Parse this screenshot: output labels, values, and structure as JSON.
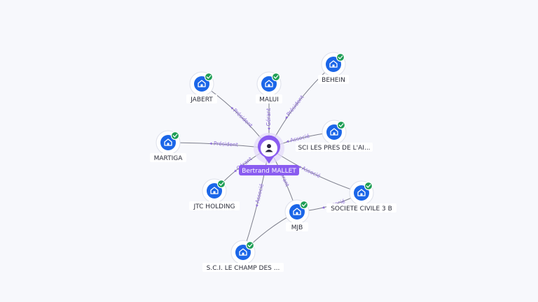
{
  "center": {
    "label": "Bertrand MALLET",
    "icon": "person-icon",
    "color": "#8a5cf0"
  },
  "colors": {
    "company": "#1b66e8",
    "check": "#1e9e55",
    "edge": "#7d7f8c",
    "edge_label": "#8c6bd6"
  },
  "nodes": [
    {
      "id": "jabert",
      "label": "JABERT",
      "icon": "building-icon",
      "verified": true
    },
    {
      "id": "malui",
      "label": "MALUI",
      "icon": "building-icon",
      "verified": true
    },
    {
      "id": "behein",
      "label": "BEHEIN",
      "icon": "building-icon",
      "verified": true
    },
    {
      "id": "martiga",
      "label": "MARTIGA",
      "icon": "building-icon",
      "verified": true
    },
    {
      "id": "sci-pres",
      "label": "SCI LES PRES DE L'AI...",
      "icon": "building-icon",
      "verified": true
    },
    {
      "id": "jtc",
      "label": "JTC HOLDING",
      "icon": "building-icon",
      "verified": true
    },
    {
      "id": "sc3b",
      "label": "SOCIETE CIVILE 3 B",
      "icon": "building-icon",
      "verified": true
    },
    {
      "id": "mjb",
      "label": "MJB",
      "icon": "building-icon",
      "verified": true
    },
    {
      "id": "sci-champ",
      "label": "S.C.I. LE CHAMP DES ...",
      "icon": "building-icon",
      "verified": true
    }
  ],
  "edges": [
    {
      "from": "center",
      "to": "jabert",
      "label": "Président"
    },
    {
      "from": "center",
      "to": "malui",
      "label": "Gérant"
    },
    {
      "from": "center",
      "to": "behein",
      "label": "Président"
    },
    {
      "from": "center",
      "to": "martiga",
      "label": "Président"
    },
    {
      "from": "center",
      "to": "sci-pres",
      "label": "Associé"
    },
    {
      "from": "center",
      "to": "jtc",
      "label": "Gérant"
    },
    {
      "from": "center",
      "to": "sc3b",
      "label": "Associé"
    },
    {
      "from": "center",
      "to": "mjb",
      "label": "Gérant"
    },
    {
      "from": "center",
      "to": "sci-champ",
      "label": "Associé"
    },
    {
      "from": "sc3b",
      "to": "mjb",
      "label": "Associé"
    },
    {
      "from": "mjb",
      "to": "sci-champ",
      "label": ""
    }
  ]
}
